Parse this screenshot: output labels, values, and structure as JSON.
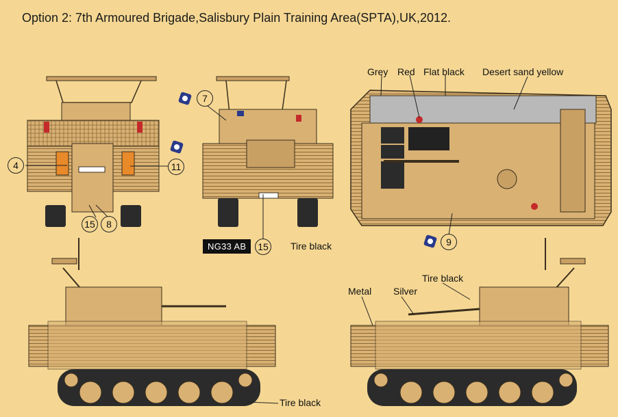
{
  "title": "Option 2: 7th Armoured Brigade,Salisbury Plain Training Area(SPTA),UK,2012.",
  "labels": {
    "grey": "Grey",
    "red": "Red",
    "flat_black": "Flat black",
    "desert_sand": "Desert sand yellow",
    "tire_black_front": "Tire black",
    "tire_black_side_right": "Tire black",
    "tire_black_side_left": "Tire black",
    "metal": "Metal",
    "silver": "Silver"
  },
  "plate": "NG33 AB",
  "markers": {
    "m4": "4",
    "m7": "7",
    "m8": "8",
    "m9": "9",
    "m11": "11",
    "m15a": "15",
    "m15b": "15"
  },
  "colors": {
    "background": "#f5d793",
    "vehicle_sand": "#d9b173",
    "vehicle_dark": "#a78452",
    "outline": "#3a2e1c",
    "tire": "#2b2b2b",
    "grey": "#b9b9b9",
    "red": "#c42a2a",
    "orange": "#e8892a"
  }
}
